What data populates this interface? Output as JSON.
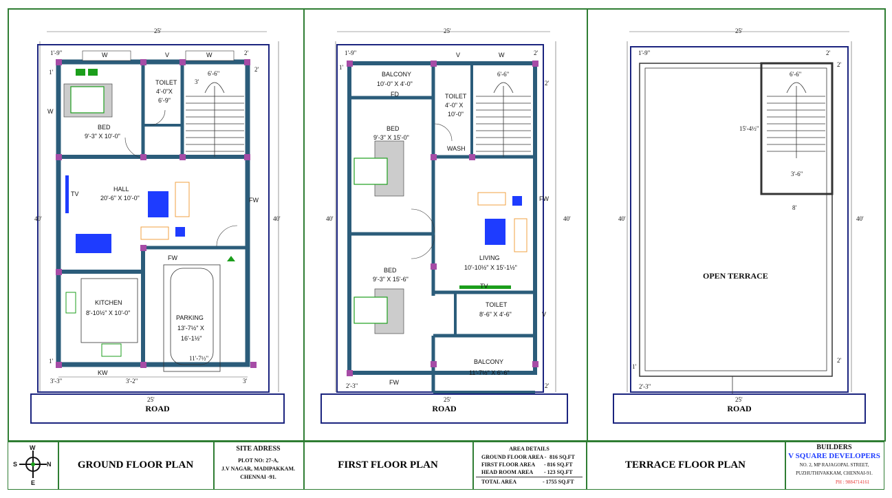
{
  "sheet": {
    "road_label": "ROAD",
    "width_dim": "25'",
    "depth_dim": "40'"
  },
  "ground": {
    "title": "GROUND FLOOR PLAN",
    "rooms": {
      "bed": {
        "name": "BED",
        "size": "9'-3\" X 10'-0\""
      },
      "toilet": {
        "name": "TOILET",
        "size1": "4'-0\"X",
        "size2": "6'-9\""
      },
      "hall": {
        "name": "HALL",
        "size": "20'-6\" X 10'-0\""
      },
      "kitchen": {
        "name": "KITCHEN",
        "size": "8'-10½\" X 10'-0\""
      },
      "parking": {
        "name": "PARKING",
        "size1": "13'-7½\" X",
        "size2": "16'-1½\""
      }
    },
    "tags": {
      "w1": "W",
      "v": "V",
      "w2": "W",
      "w_left": "W",
      "tv": "TV",
      "fw_right": "FW",
      "fw_mid": "FW",
      "kw": "KW"
    },
    "dims": {
      "d1": "1'-9\"",
      "d2": "2'",
      "d3": "1'",
      "d4": "2'",
      "d5": "6'-6\"",
      "d6": "3'",
      "d7": "1'",
      "d8": "11'-7½\"",
      "d9": "3'-3\"",
      "d10": "3'-2\"",
      "d11": "3'"
    }
  },
  "first": {
    "title": "FIRST FLOOR PLAN",
    "rooms": {
      "balcony_top": {
        "name": "BALCONY",
        "size": "10'-0\" X 4'-0\""
      },
      "toilet_top": {
        "name": "TOILET",
        "size1": "4'-0\" X",
        "size2": "10'-0\""
      },
      "bed1": {
        "name": "BED",
        "size": "9'-3\" X 15'-0\""
      },
      "wash": {
        "name": "WASH"
      },
      "living": {
        "name": "LIVING",
        "size": "10'-10½\" X 15'-1½\""
      },
      "bed2": {
        "name": "BED",
        "size": "9'-3\" X 15'-6\""
      },
      "toilet_bot": {
        "name": "TOILET",
        "size": "8'-6\" X 4'-6\""
      },
      "balcony_bot": {
        "name": "BALCONY",
        "size": "11'-7½\" X 6'-6\""
      }
    },
    "tags": {
      "v": "V",
      "w": "W",
      "fd": "FD",
      "fw_right": "FW",
      "tv": "TV",
      "v_right": "V",
      "fw_bot": "FW"
    },
    "dims": {
      "d1": "1'-9\"",
      "d2": "2'",
      "d3": "1'",
      "d4": "6'-6\"",
      "d5": "2'",
      "d6": "2'-3\"",
      "d7": "2'"
    }
  },
  "terrace": {
    "title": "TERRACE FLOOR PLAN",
    "open": "OPEN TERRACE",
    "dims": {
      "d1": "1'-9\"",
      "d2": "2'",
      "d3": "2'",
      "d4": "6'-6\"",
      "d5": "15'-4½\"",
      "d6": "3'-6\"",
      "d7": "8'",
      "d8": "1'",
      "d9": "2'",
      "d10": "2'-3\""
    }
  },
  "site": {
    "heading": "SITE ADRESS",
    "line1": "PLOT NO: 27-A,",
    "line2": "J.V NAGAR, MADIPAKKAM.",
    "line3": "CHENNAI -91."
  },
  "area": {
    "heading": "AREA DETAILS",
    "rows": [
      {
        "label": "GROUND FLOOR AREA -",
        "value": "816 SQ.FT"
      },
      {
        "label": "FIRST FLOOR AREA",
        "value": "- 816 SQ.FT"
      },
      {
        "label": "HEAD ROOM AREA",
        "value": "- 123 SQ.FT"
      }
    ],
    "total_label": "TOTAL AREA",
    "total_value": "- 1755 SQ.FT"
  },
  "builder": {
    "heading": "BUILDERS",
    "name": "V SQUARE DEVELOPERS",
    "addr1": "NO. 2, MP RAJAGOPAL STREET,",
    "addr2": "PUZHUTHIVAKKAM, CHENNAI-91.",
    "phone": "PH : 9884714161"
  },
  "compass": {
    "n": "N",
    "s": "S",
    "e": "E",
    "w": "W"
  },
  "colors": {
    "frame": "#2e7d32",
    "wall": "#2b5c7a",
    "column": "#a64ca6",
    "border": "#1a237e",
    "furniture": "#f0a040",
    "blue": "#1e3cff"
  }
}
